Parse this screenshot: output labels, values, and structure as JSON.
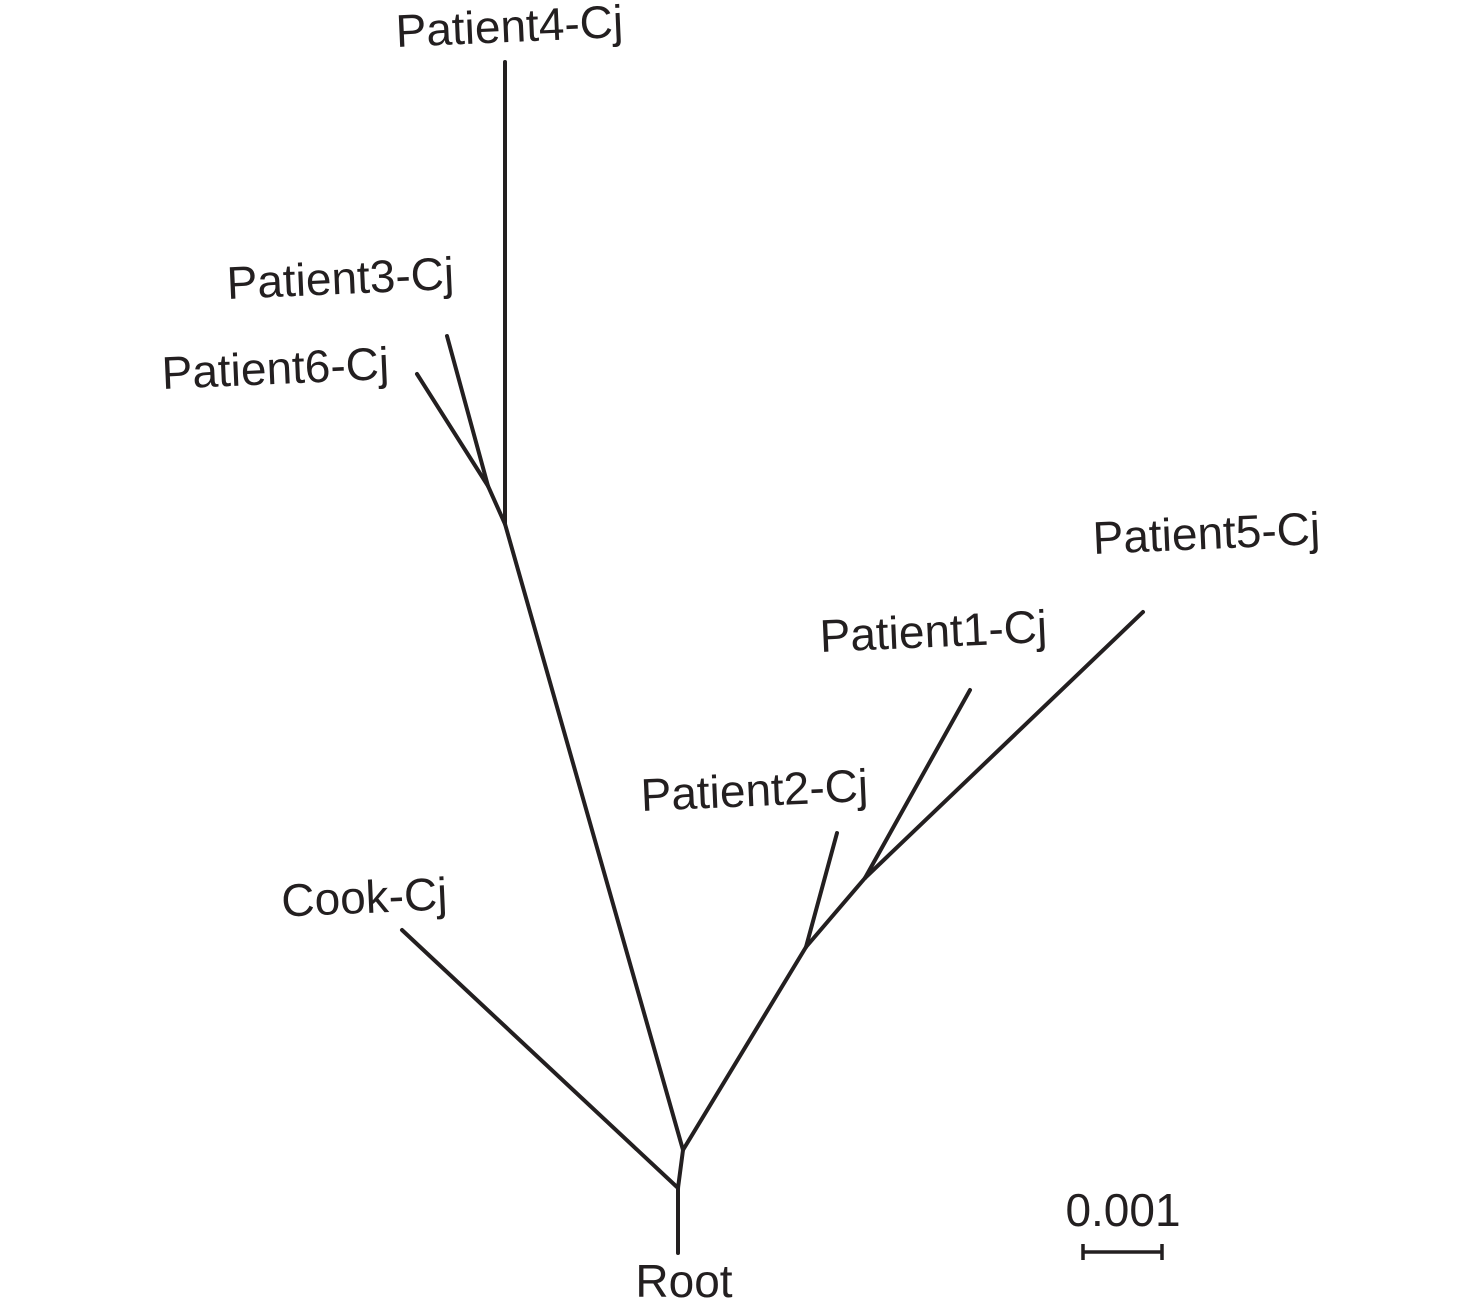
{
  "figure": {
    "type": "unrooted phylogenetic tree",
    "background_color": "#ffffff",
    "line_color": "#231f20",
    "text_color": "#231f20",
    "taxa": {
      "patient4": "Patient4-Cj",
      "patient3": "Patient3-Cj",
      "patient6": "Patient6-Cj",
      "patient5": "Patient5-Cj",
      "patient1": "Patient1-Cj",
      "patient2": "Patient2-Cj",
      "cook": "Cook-Cj",
      "root": "Root"
    },
    "topology_newick": "(Cook-Cj,((Patient3-Cj,Patient6-Cj),Patient4-Cj),((Patient1-Cj,Patient5-Cj),Patient2-Cj))Root;",
    "scale_bar": {
      "value": "0.001"
    }
  }
}
